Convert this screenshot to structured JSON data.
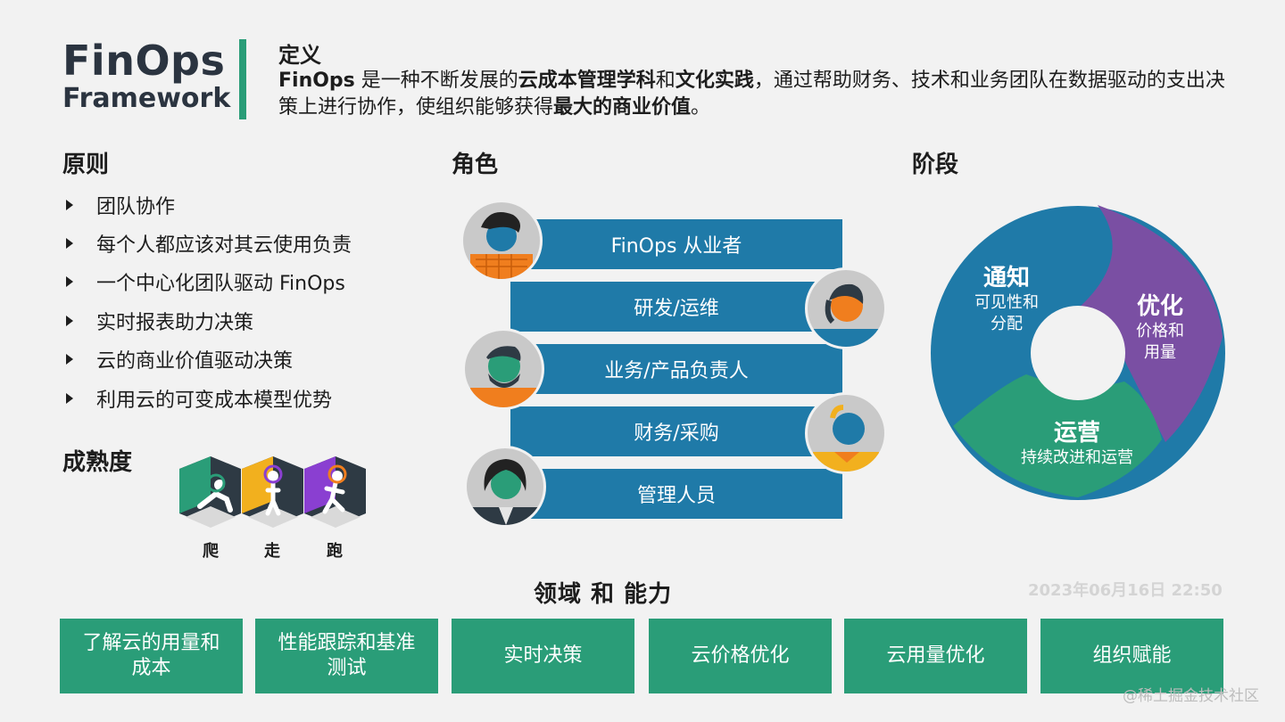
{
  "header": {
    "logo_line1": "FinOps",
    "logo_line2": "Framework",
    "definition_title": "定义",
    "definition_parts": [
      {
        "text": "FinOps",
        "bold": true
      },
      {
        "text": " 是一种不断发展的",
        "bold": false
      },
      {
        "text": "云成本管理学科",
        "bold": true
      },
      {
        "text": "和",
        "bold": false
      },
      {
        "text": "文化实践",
        "bold": true
      },
      {
        "text": "，通过帮助财务、技术和业务团队在数据驱动的支出决策上进行协作，使组织能够获得",
        "bold": false
      },
      {
        "text": "最大的商业价值",
        "bold": true
      },
      {
        "text": "。",
        "bold": false
      }
    ]
  },
  "principles": {
    "title": "原则",
    "items": [
      "团队协作",
      "每个人都应该对其云使用负责",
      "一个中心化团队驱动 FinOps",
      "实时报表助力决策",
      "云的商业价值驱动决策",
      "利用云的可变成本模型优势"
    ]
  },
  "maturity": {
    "title": "成熟度",
    "stages": [
      "爬",
      "走",
      "跑"
    ],
    "colors": [
      "#2a9d78",
      "#f2b01e",
      "#8a3fd1"
    ]
  },
  "roles": {
    "title": "角色",
    "items": [
      "FinOps 从业者",
      "研发/运维",
      "业务/产品负责人",
      "财务/采购",
      "管理人员"
    ],
    "bar_color": "#1f7aa8"
  },
  "stages": {
    "title": "阶段",
    "segments": [
      {
        "name": "通知",
        "desc": "可见性和分配",
        "desc_lines": [
          "可见性和",
          "分配"
        ],
        "color": "#1f7aa8"
      },
      {
        "name": "优化",
        "desc": "价格和用量",
        "desc_lines": [
          "价格和",
          "用量"
        ],
        "color": "#7a4fa3"
      },
      {
        "name": "运营",
        "desc": "持续改进和运营",
        "desc_lines": [
          "持续改进和运营"
        ],
        "color": "#2a9d78"
      }
    ]
  },
  "domains": {
    "title": "领域 和 能力",
    "items": [
      {
        "label": "了解云的用量和成本",
        "lines": [
          "了解云的用量和",
          "成本"
        ]
      },
      {
        "label": "性能跟踪和基准测试",
        "lines": [
          "性能跟踪和基准",
          "测试"
        ]
      },
      {
        "label": "实时决策",
        "lines": [
          "实时决策"
        ]
      },
      {
        "label": "云价格优化",
        "lines": [
          "云价格优化"
        ]
      },
      {
        "label": "云用量优化",
        "lines": [
          "云用量优化"
        ]
      },
      {
        "label": "组织赋能",
        "lines": [
          "组织赋能"
        ]
      }
    ],
    "box_color": "#2a9d78"
  },
  "timestamp": "2023年06月16日 22:50",
  "watermark": "@稀土掘金技术社区"
}
